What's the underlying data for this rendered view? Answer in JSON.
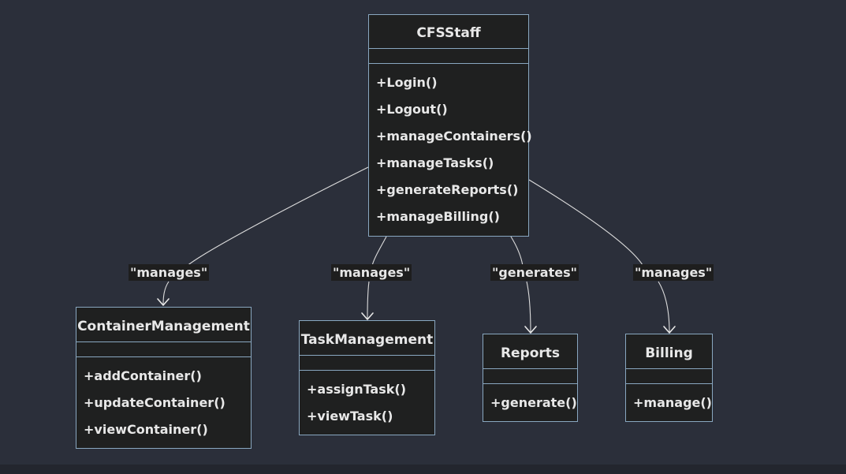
{
  "diagram": {
    "classes": {
      "cfs_staff": {
        "name": "CFSStaff",
        "methods": [
          "+Login()",
          "+Logout()",
          "+manageContainers()",
          "+manageTasks()",
          "+generateReports()",
          "+manageBilling()"
        ]
      },
      "container_management": {
        "name": "ContainerManagement",
        "methods": [
          "+addContainer()",
          "+updateContainer()",
          "+viewContainer()"
        ]
      },
      "task_management": {
        "name": "TaskManagement",
        "methods": [
          "+assignTask()",
          "+viewTask()"
        ]
      },
      "reports": {
        "name": "Reports",
        "methods": [
          "+generate()"
        ]
      },
      "billing": {
        "name": "Billing",
        "methods": [
          "+manage()"
        ]
      }
    },
    "relations": [
      {
        "from": "CFSStaff",
        "to": "ContainerManagement",
        "label": "\"manages\""
      },
      {
        "from": "CFSStaff",
        "to": "TaskManagement",
        "label": "\"manages\""
      },
      {
        "from": "CFSStaff",
        "to": "Reports",
        "label": "\"generates\""
      },
      {
        "from": "CFSStaff",
        "to": "Billing",
        "label": "\"manages\""
      }
    ]
  },
  "colors": {
    "background": "#2b2f3a",
    "box_fill": "#1f2020",
    "box_border": "#89a7c0",
    "text": "#e8e8e8",
    "edge": "#dcdcdc",
    "label_fill": "#1e1e1e"
  }
}
